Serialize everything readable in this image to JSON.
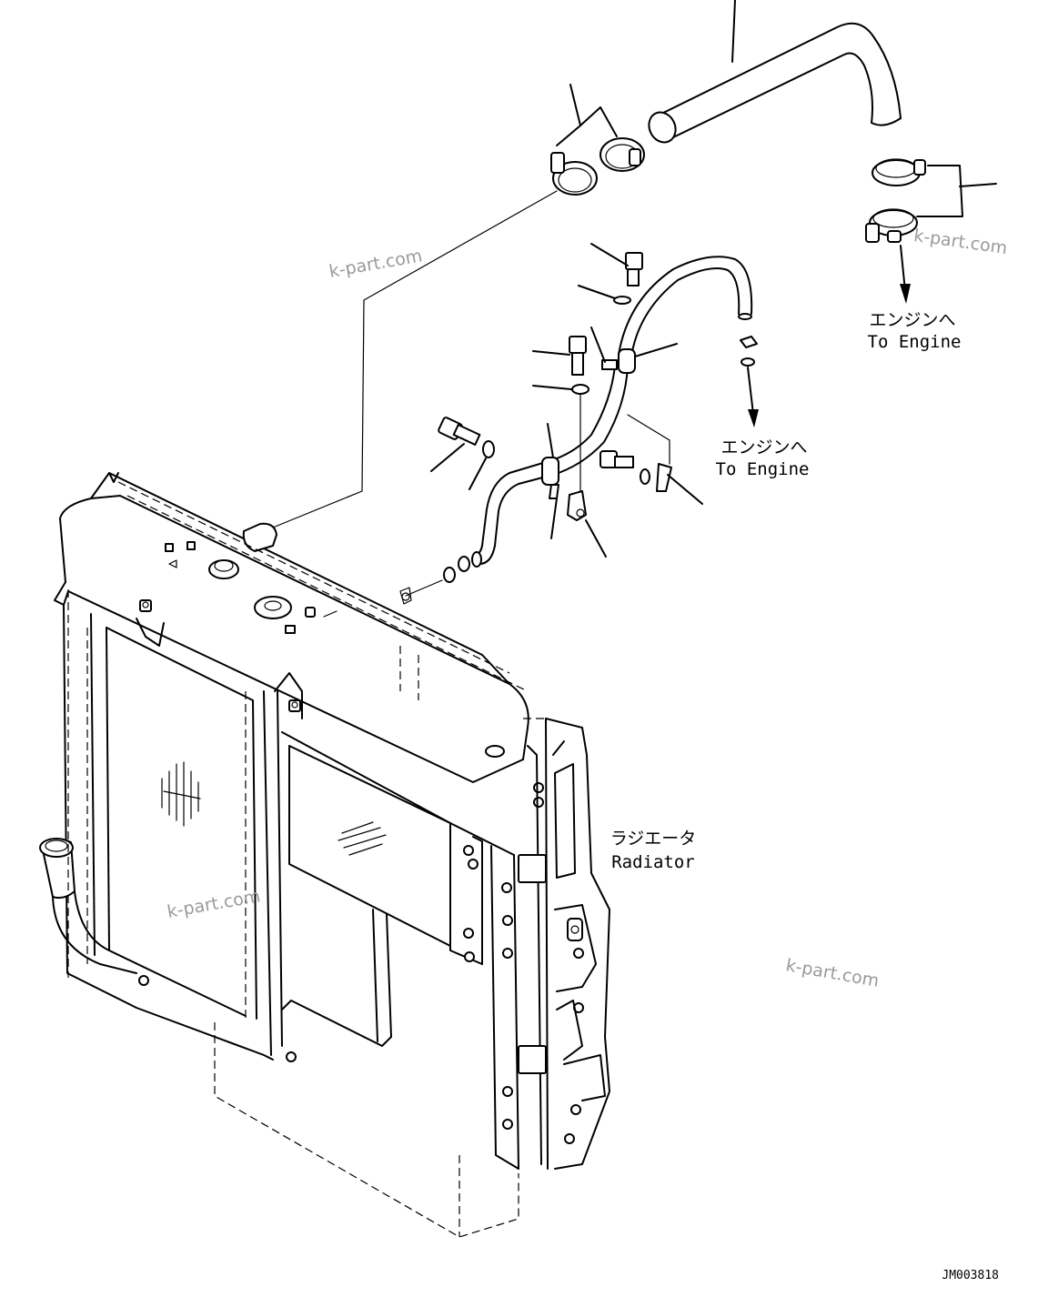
{
  "labels": {
    "engine_upper_jp": "エンジンへ",
    "engine_upper_en": "To Engine",
    "engine_lower_jp": "エンジンへ",
    "engine_lower_en": "To Engine",
    "radiator_jp": "ラジエータ",
    "radiator_en": "Radiator"
  },
  "watermarks": [
    "k-part.com",
    "k-part.com",
    "k-part.com",
    "k-part.com"
  ],
  "drawing_code": "JM003818"
}
